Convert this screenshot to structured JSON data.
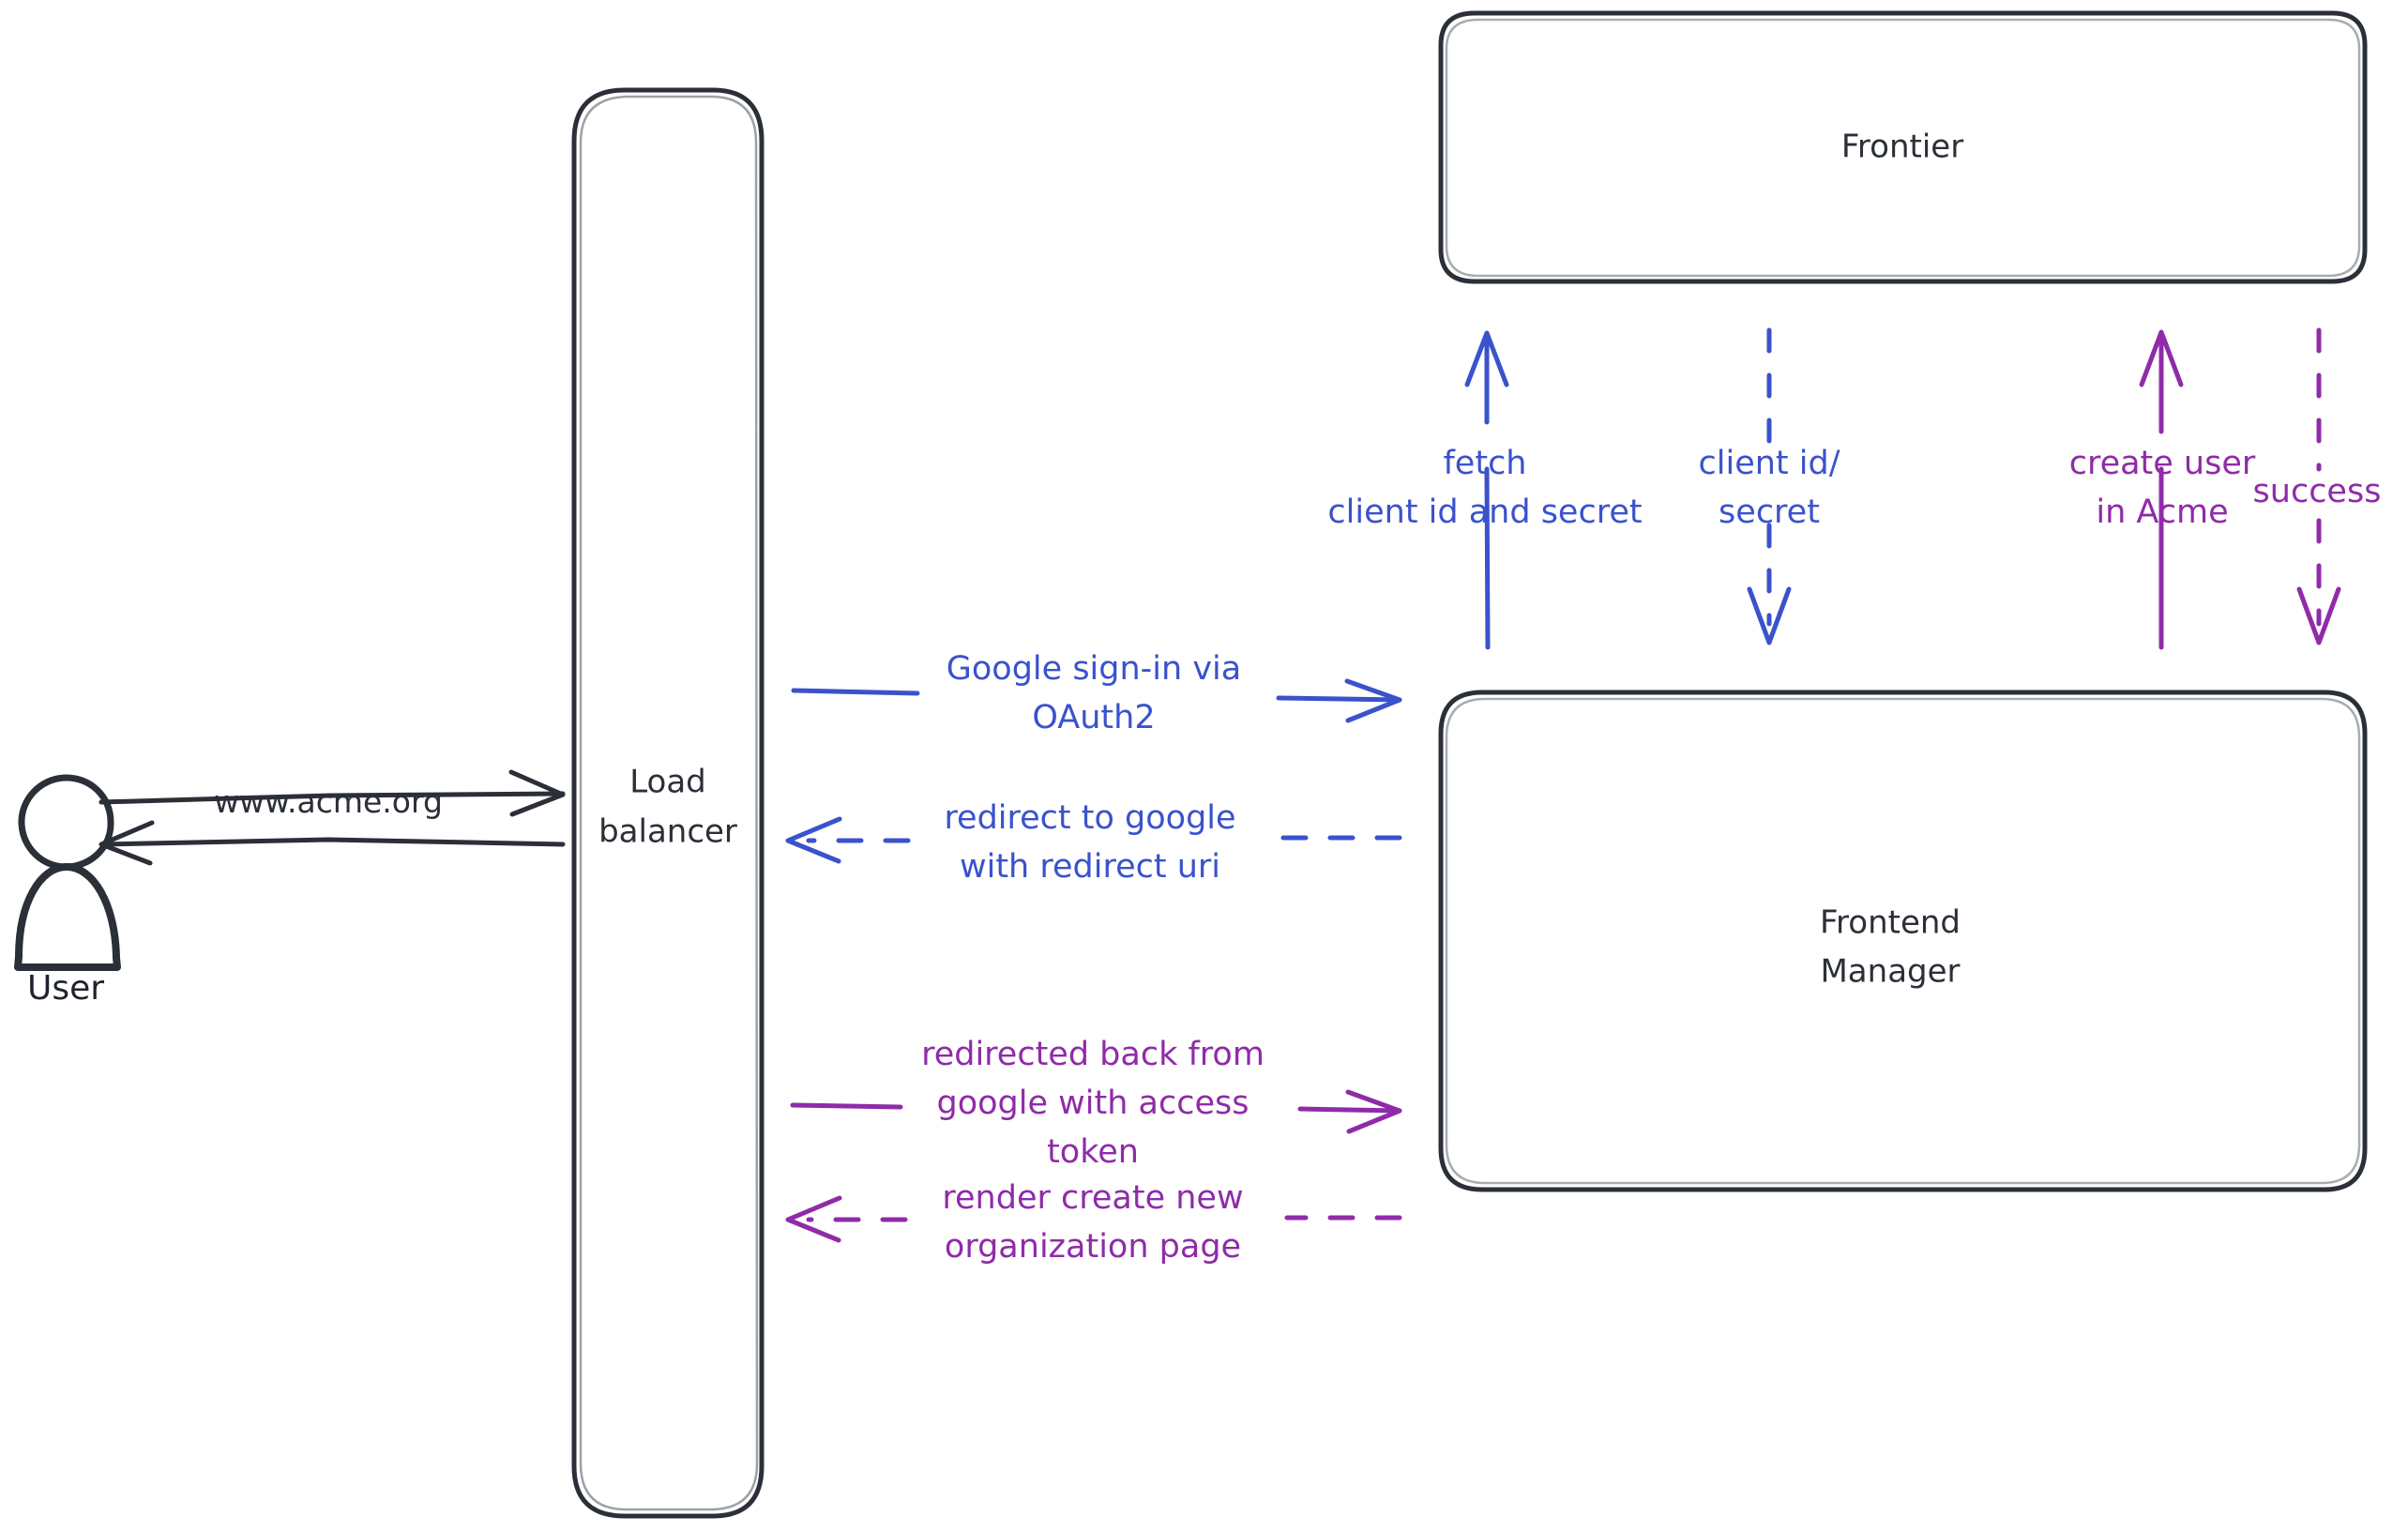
{
  "diagram": {
    "title": "Google OAuth2 sign-in flow",
    "background": "#ffffff",
    "colors": {
      "dark": "#2b2f38",
      "blue": "#3a52cc",
      "purple": "#8f2ba8",
      "actor_fill_pattern": "#c9d4e6"
    },
    "actors": [
      {
        "id": "user",
        "label": "User",
        "icon": "person-icon"
      }
    ],
    "nodes": [
      {
        "id": "load-balancer",
        "label_line1": "Load",
        "label_line2": "balancer",
        "shape": "rounded-rectangle"
      },
      {
        "id": "frontier",
        "label": "Frontier",
        "shape": "rounded-rectangle"
      },
      {
        "id": "frontend-manager",
        "label_line1": "Frontend",
        "label_line2": "Manager",
        "shape": "rounded-rectangle"
      }
    ],
    "edges": [
      {
        "id": "user-to-lb",
        "label": "www.acme.org",
        "color": "#2b2f38",
        "style": "solid",
        "direction": "right"
      },
      {
        "id": "lb-to-user",
        "label": "",
        "color": "#2b2f38",
        "style": "solid",
        "direction": "left"
      },
      {
        "id": "lb-to-fm-signin",
        "label_line1": "Google sign-in via",
        "label_line2": "OAuth2",
        "color": "#3a52cc",
        "style": "solid",
        "direction": "right"
      },
      {
        "id": "fm-to-lb-redirect",
        "label_line1": "redirect to google",
        "label_line2": "with redirect uri",
        "color": "#3a52cc",
        "style": "dashed",
        "direction": "left"
      },
      {
        "id": "lb-to-fm-token",
        "label_line1": "redirected back from",
        "label_line2": "google with access",
        "label_line3": "token",
        "color": "#8f2ba8",
        "style": "solid",
        "direction": "right"
      },
      {
        "id": "fm-to-lb-render",
        "label_line1": "render create new",
        "label_line2": "organization page",
        "color": "#8f2ba8",
        "style": "dashed",
        "direction": "left"
      },
      {
        "id": "fm-to-frontier-fetch",
        "label_line1": "fetch",
        "label_line2": "client id and secret",
        "color": "#3a52cc",
        "style": "solid",
        "direction": "up"
      },
      {
        "id": "frontier-to-fm-credentials",
        "label_line1": "client id/",
        "label_line2": "secret",
        "color": "#3a52cc",
        "style": "dashed",
        "direction": "down"
      },
      {
        "id": "fm-to-frontier-create-user",
        "label_line1": "create user",
        "label_line2": "in Acme",
        "color": "#8f2ba8",
        "style": "solid",
        "direction": "up"
      },
      {
        "id": "frontier-to-fm-success",
        "label": "success",
        "color": "#8f2ba8",
        "style": "dashed",
        "direction": "down"
      }
    ]
  }
}
